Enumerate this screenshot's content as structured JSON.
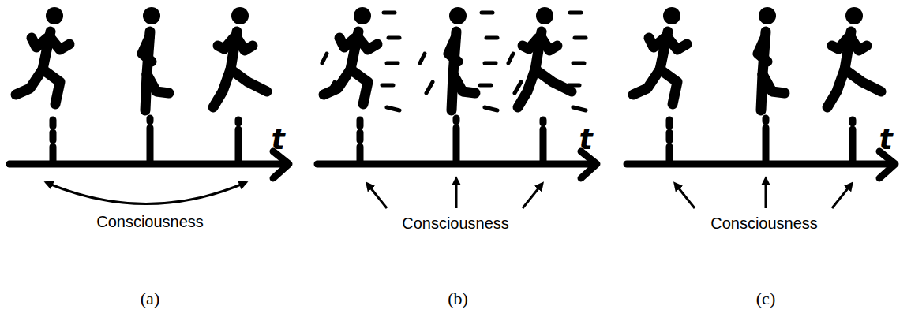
{
  "diagram": {
    "labels": [
      "t",
      "Consciousness",
      "t",
      "Consciousness",
      "t",
      "Consciousness",
      "(a)",
      "(b)",
      "(c)"
    ]
  }
}
